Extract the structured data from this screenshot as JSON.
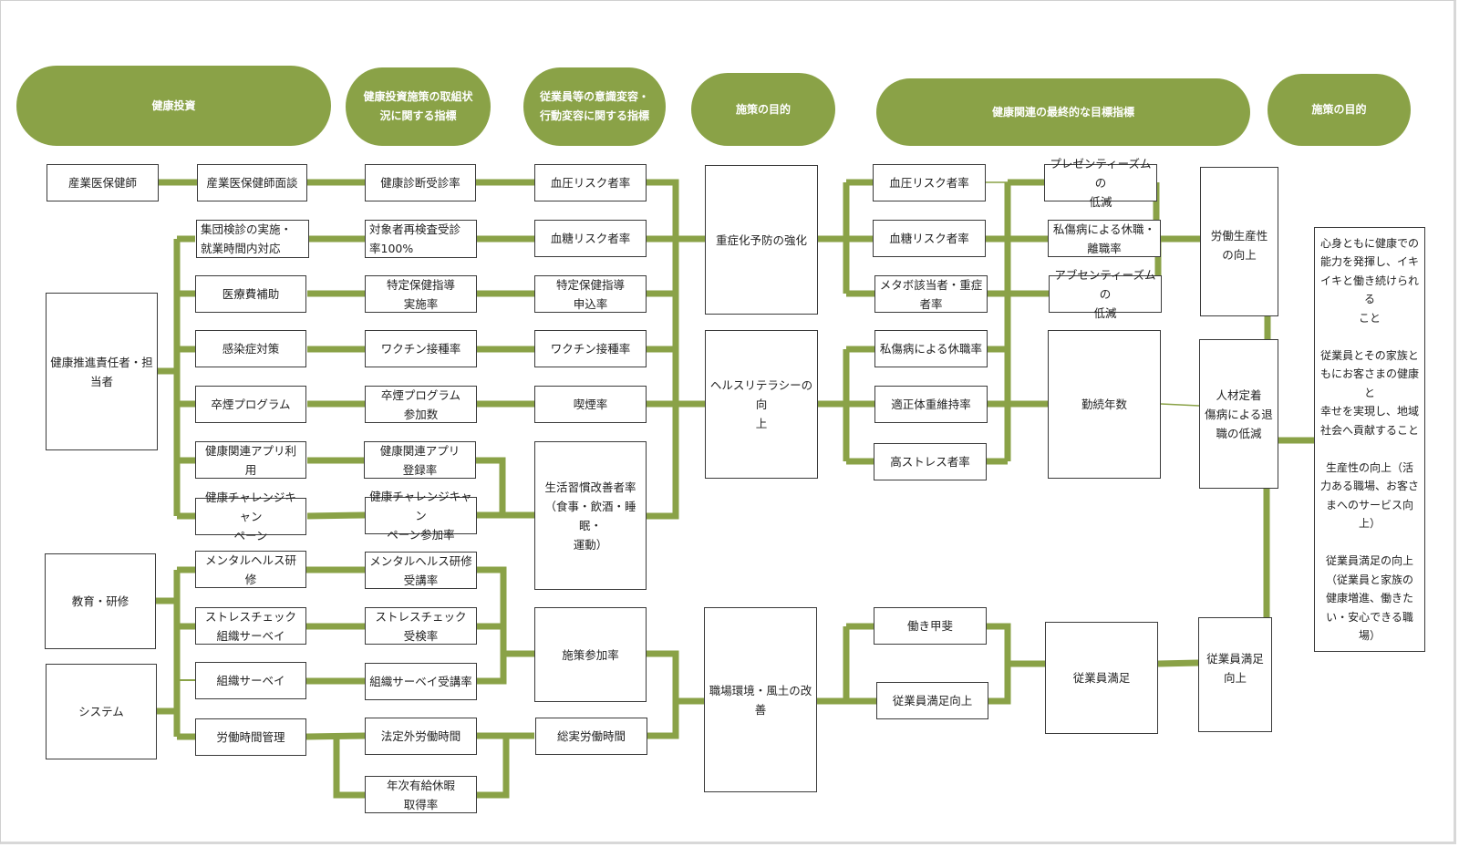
{
  "headers": [
    {
      "id": "h1",
      "label": "健康投資"
    },
    {
      "id": "h2",
      "label": "健康投資施策の取組状\n況に関する指標"
    },
    {
      "id": "h3",
      "label": "従業員等の意識変容・\n行動変容に関する指標"
    },
    {
      "id": "h4",
      "label": "施策の目的"
    },
    {
      "id": "h5",
      "label": "健康関連の最終的な目標指標"
    },
    {
      "id": "h6",
      "label": "施策の目的"
    }
  ],
  "actors": [
    {
      "id": "a1",
      "label": "産業医保健師"
    },
    {
      "id": "a2",
      "label": "健康推進責任者・担\n当者"
    },
    {
      "id": "a3",
      "label": "教育・研修"
    },
    {
      "id": "a4",
      "label": "システム"
    }
  ],
  "investments": [
    {
      "id": "i1",
      "label": "産業医保健師面談"
    },
    {
      "id": "i2",
      "label": "集団検診の実施・\n就業時間内対応"
    },
    {
      "id": "i3",
      "label": "医療費補助"
    },
    {
      "id": "i4",
      "label": "感染症対策"
    },
    {
      "id": "i5",
      "label": "卒煙プログラム"
    },
    {
      "id": "i6",
      "label": "健康関連アプリ利用"
    },
    {
      "id": "i7",
      "label": "健康チャレンジキャン\nペーン"
    },
    {
      "id": "i8",
      "label": "メンタルヘルス研修"
    },
    {
      "id": "i9",
      "label": "ストレスチェック\n組織サーベイ"
    },
    {
      "id": "i10",
      "label": "組織サーベイ"
    },
    {
      "id": "i11",
      "label": "労働時間管理"
    }
  ],
  "activity_indicators": [
    {
      "id": "p1",
      "label": "健康診断受診率"
    },
    {
      "id": "p2",
      "label": "対象者再検査受診\n率100%"
    },
    {
      "id": "p3",
      "label": "特定保健指導\n実施率"
    },
    {
      "id": "p4",
      "label": "ワクチン接種率"
    },
    {
      "id": "p5",
      "label": "卒煙プログラム\n参加数"
    },
    {
      "id": "p6",
      "label": "健康関連アプリ\n登録率"
    },
    {
      "id": "p7",
      "label": "健康チャレンジキャン\nペーン参加率"
    },
    {
      "id": "p8",
      "label": "メンタルヘルス研修\n受講率"
    },
    {
      "id": "p9",
      "label": "ストレスチェック\n受検率"
    },
    {
      "id": "p10",
      "label": "組織サーベイ受講率"
    },
    {
      "id": "p11",
      "label": "法定外労働時間"
    },
    {
      "id": "p12",
      "label": "年次有給休暇\n取得率"
    }
  ],
  "behavior_indicators": [
    {
      "id": "b1",
      "label": "血圧リスク者率"
    },
    {
      "id": "b2",
      "label": "血糖リスク者率"
    },
    {
      "id": "b3",
      "label": "特定保健指導\n申込率"
    },
    {
      "id": "b4",
      "label": "ワクチン接種率"
    },
    {
      "id": "b5",
      "label": "喫煙率"
    },
    {
      "id": "b6",
      "label": "生活習慣改善者率\n（食事・飲酒・睡眠・\n運動）"
    },
    {
      "id": "b7",
      "label": "施策参加率"
    },
    {
      "id": "b8",
      "label": "総実労働時間"
    }
  ],
  "purposes": [
    {
      "id": "o1",
      "label": "重症化予防の強化"
    },
    {
      "id": "o2",
      "label": "ヘルスリテラシーの向\n上"
    },
    {
      "id": "o3",
      "label": "職場環境・風土の改\n善"
    }
  ],
  "health_results": [
    {
      "id": "r1",
      "label": "血圧リスク者率"
    },
    {
      "id": "r2",
      "label": "血糖リスク者率"
    },
    {
      "id": "r3",
      "label": "メタボ該当者・重症\n者率"
    },
    {
      "id": "r4",
      "label": "私傷病による休職率"
    },
    {
      "id": "r5",
      "label": "適正体重維持率"
    },
    {
      "id": "r6",
      "label": "高ストレス者率"
    },
    {
      "id": "r7",
      "label": "働き甲斐"
    },
    {
      "id": "r8",
      "label": "従業員満足向上"
    }
  ],
  "final_indicators": [
    {
      "id": "f1",
      "label": "プレゼンティーズムの\n低減"
    },
    {
      "id": "f2",
      "label": "私傷病による休職・\n離職率"
    },
    {
      "id": "f3",
      "label": "アブセンティーズムの\n低減"
    },
    {
      "id": "f4",
      "label": "勤続年数"
    },
    {
      "id": "f5",
      "label": "従業員満足"
    }
  ],
  "outcomes": [
    {
      "id": "g1",
      "label": "労働生産性\nの向上"
    },
    {
      "id": "g2",
      "label": "人材定着\n傷病による退\n職の低減"
    },
    {
      "id": "g3",
      "label": "従業員満足\n向上"
    }
  ],
  "goal": {
    "id": "goal",
    "label": "心身ともに健康での\n能力を発揮し、イキ\nイキと働き続けられる\nこと\n\n従業員とその家族と\nもにお客さまの健康と\n幸せを実現し、地域\n社会へ貢献すること\n\n生産性の向上（活\n力ある職場、お客さ\nまへのサービス向\n上）\n\n従業員満足の向上\n（従業員と家族の\n健康増進、働きた\nい・安心できる職\n場）"
  },
  "colors": {
    "accent": "#8aa247",
    "connector": "#8aa247",
    "box_border": "#3a3a3a",
    "header_text": "#ffffff"
  }
}
